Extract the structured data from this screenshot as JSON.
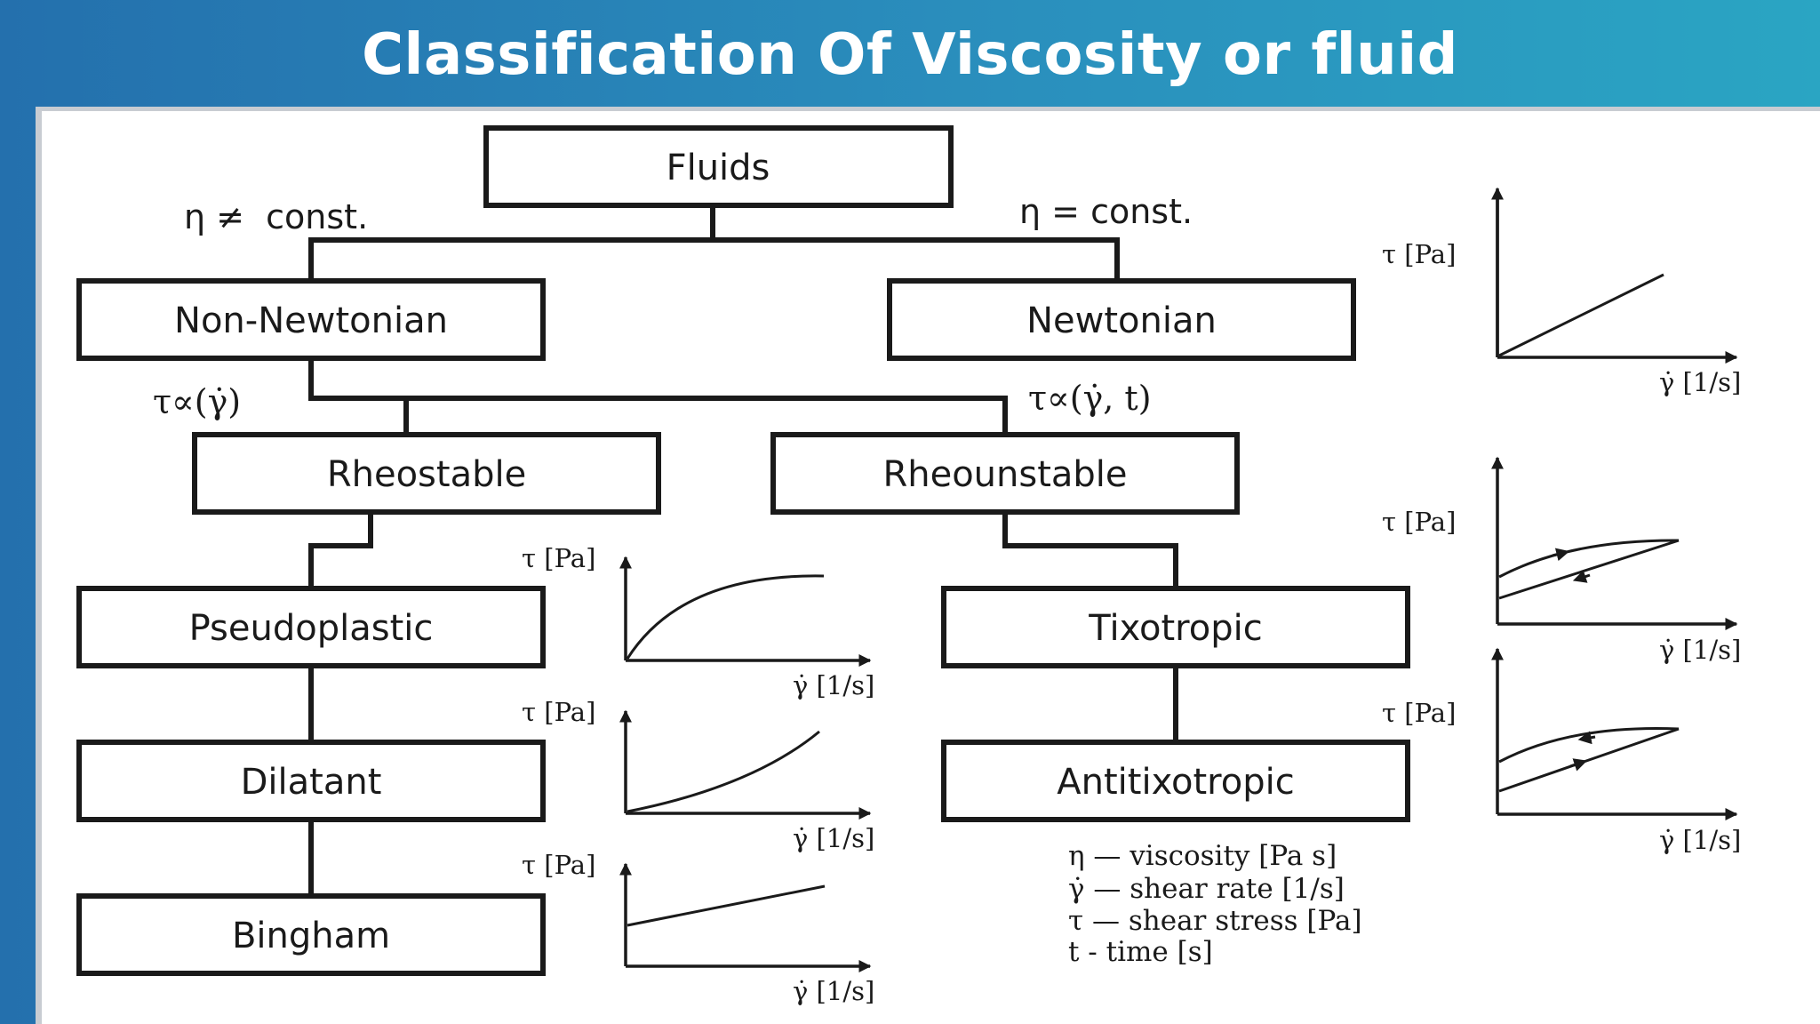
{
  "title": "Classification Of Viscosity or fluid",
  "boxes": {
    "fluids": "Fluids",
    "non_newtonian": "Non-Newtonian",
    "newtonian": "Newtonian",
    "rheostable": "Rheostable",
    "rheounstable": "Rheounstable",
    "pseudoplastic": "Pseudoplastic",
    "tixotropic": "Tixotropic",
    "dilatant": "Dilatant",
    "antitixotropic": "Antitixotropic",
    "bingham": "Bingham"
  },
  "conditions": {
    "not_const": "η ≠  const.",
    "const": "η = const.",
    "prop_gamma": "τ∝(γ̇)",
    "prop_gamma_t": "τ∝(γ̇, t)"
  },
  "axis": {
    "y_label": "τ [Pa]",
    "x_label": "γ̇ [1/s]"
  },
  "legend": [
    "η — viscosity [Pa s]",
    "γ̇ — shear rate [1/s]",
    "τ — shear stress [Pa]",
    "t - time [s]"
  ]
}
